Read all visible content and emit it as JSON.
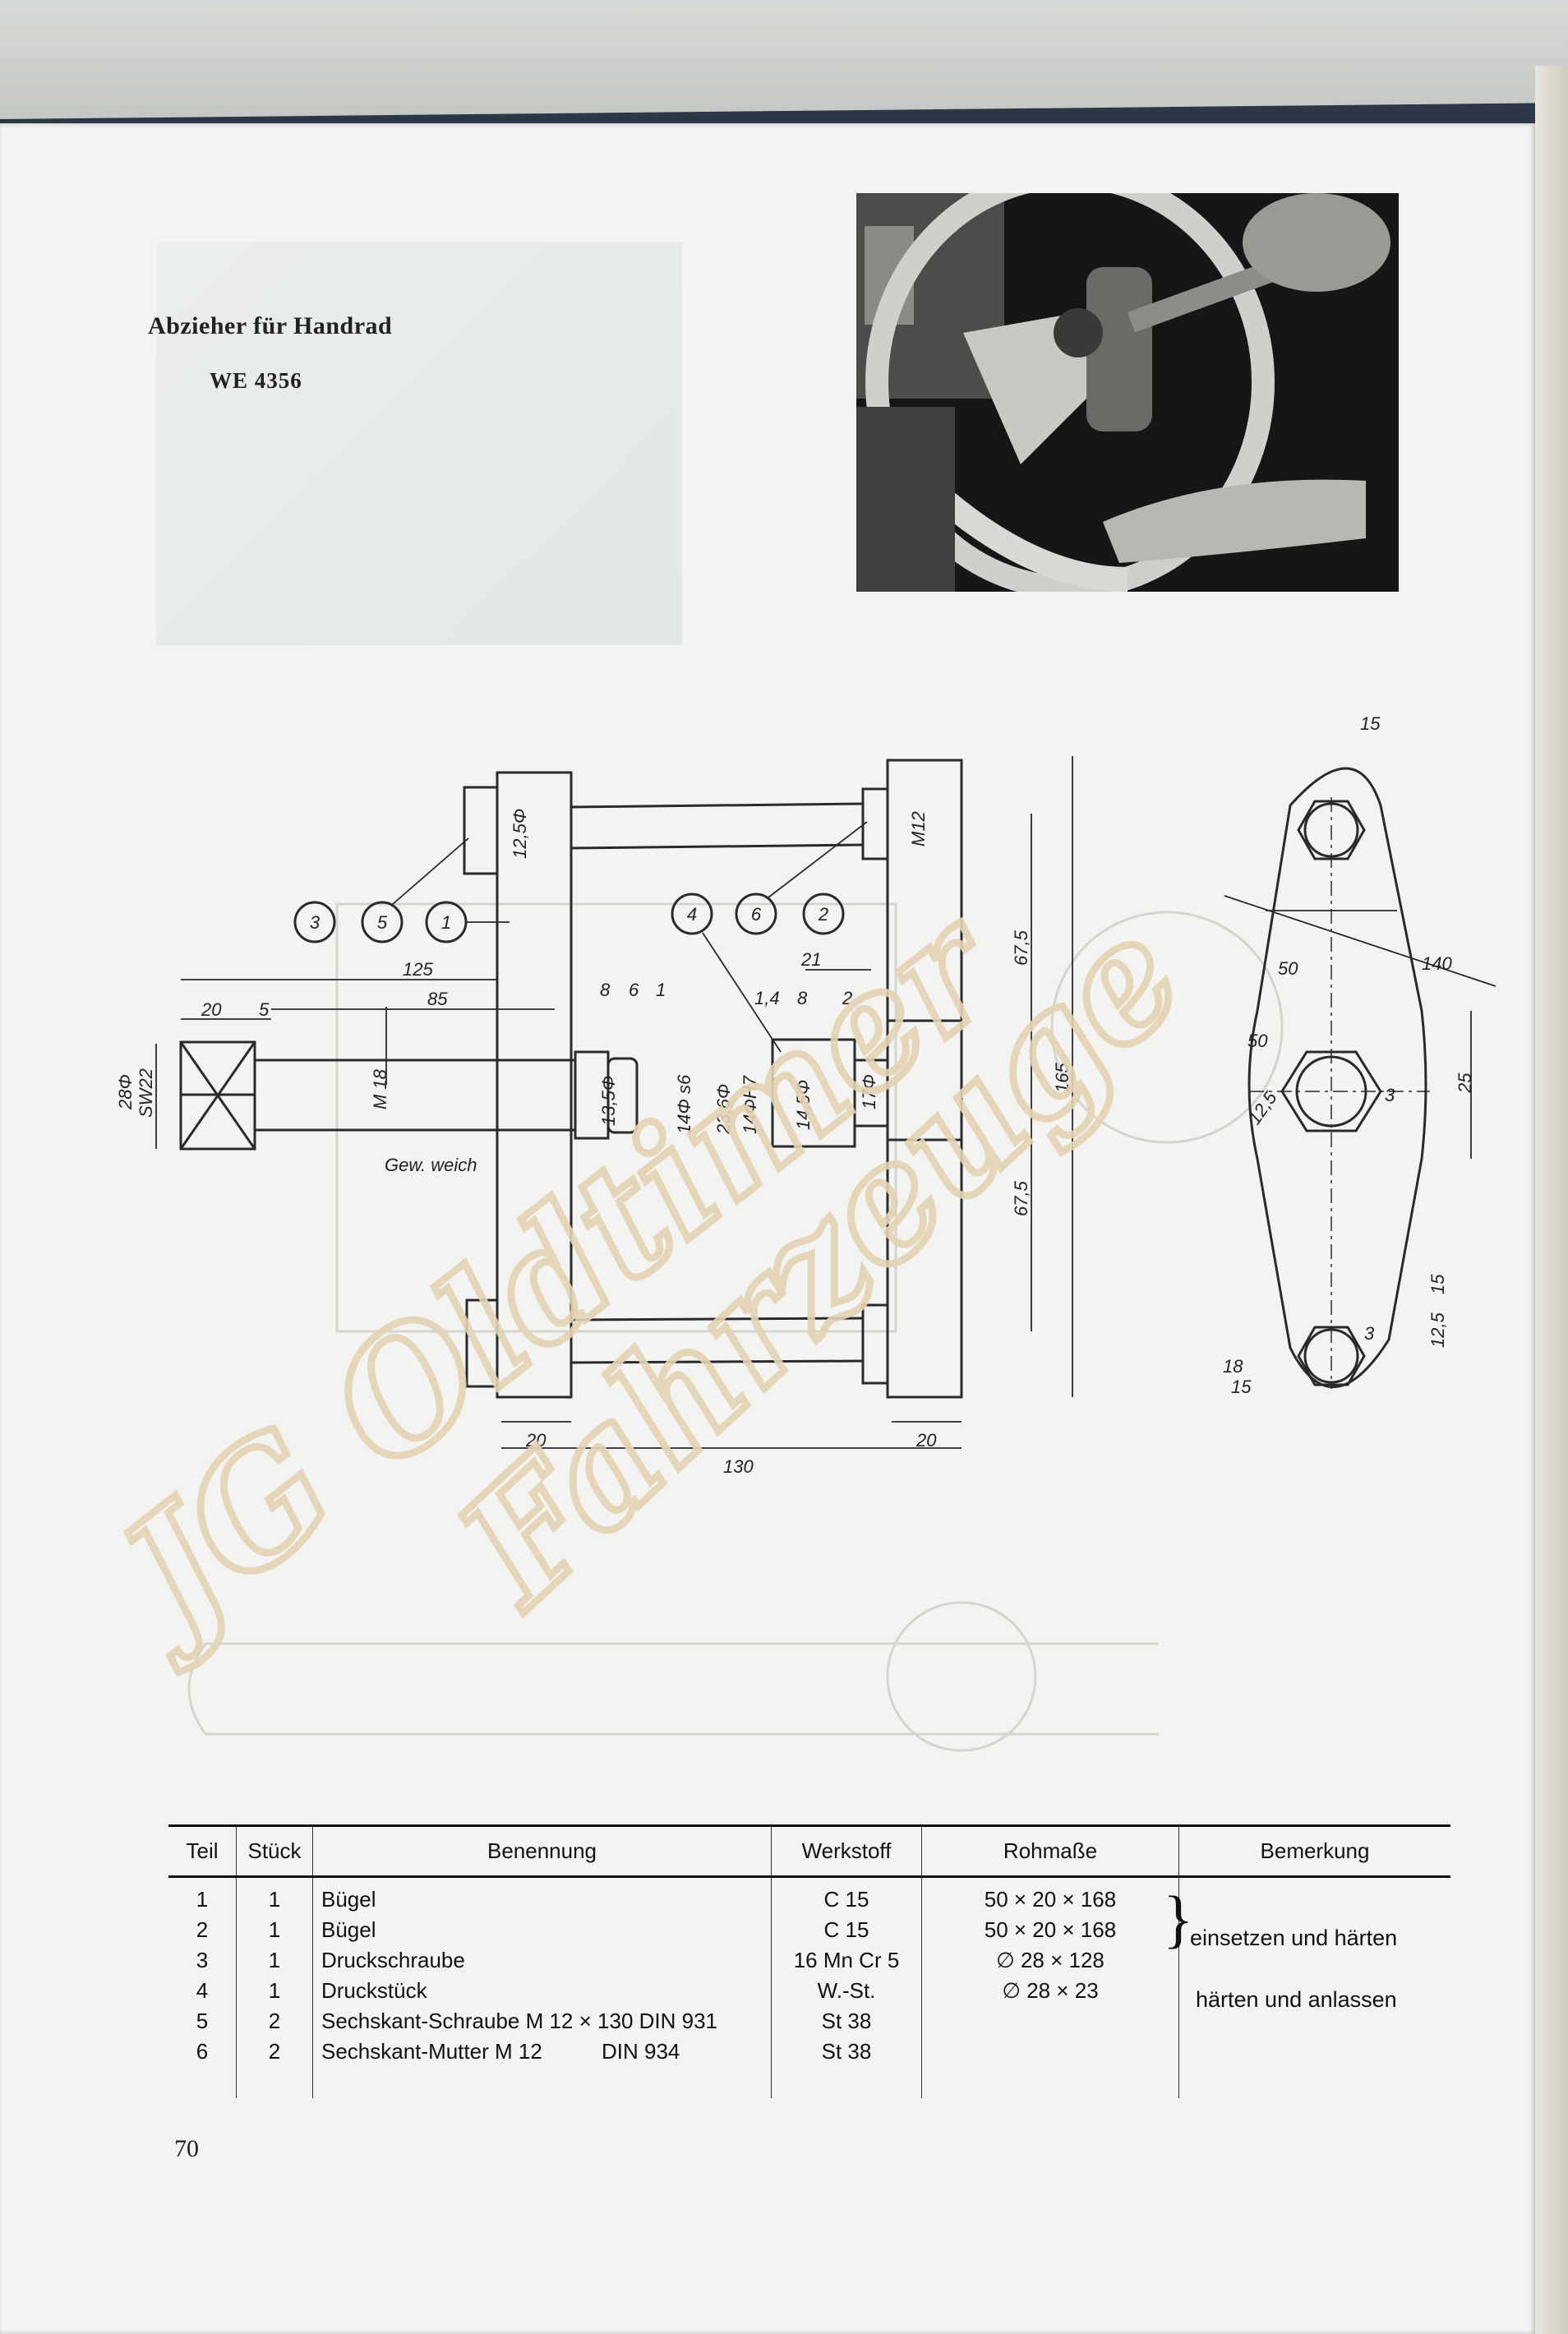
{
  "header": {
    "title": "Abzieher für Handrad",
    "code": "WE 4356"
  },
  "drawing": {
    "callouts": [
      "3",
      "5",
      "1",
      "4",
      "6",
      "2"
    ],
    "dims_left": {
      "d125": "125",
      "d85": "85",
      "d20a": "20",
      "d5": "5",
      "d8": "8",
      "d6": "6",
      "d1": "1",
      "d14": "1,4",
      "d8b": "8",
      "d2": "2",
      "d21": "21",
      "d28phi": "28Φ",
      "sw22": "SW22",
      "m18": "M 18",
      "d135": "13,5Φ",
      "d14s6": "14Φ s6",
      "d236": "23,6Φ",
      "d14h7": "14ΦH7",
      "d145": "14,5Φ",
      "d17": "17Φ",
      "d125phi": "12,5Φ",
      "m12": "M12",
      "d675a": "67,5",
      "d675b": "67,5",
      "d165": "165",
      "gew": "Gew. weich",
      "d20b": "20",
      "d20c": "20",
      "d130": "130"
    },
    "dims_right": {
      "d15a": "15",
      "d140": "140",
      "d50a": "50",
      "d50b": "50",
      "d125r": "12,5",
      "d25": "25",
      "d3a": "3",
      "d15b": "15",
      "d125b": "12,5",
      "d3b": "3",
      "d18": "18",
      "d15c": "15"
    }
  },
  "table": {
    "headers": [
      "Teil",
      "Stück",
      "Benennung",
      "Werkstoff",
      "Rohmaße",
      "Bemerkung"
    ],
    "rows": [
      {
        "teil": "1",
        "stueck": "1",
        "benennung": "Bügel",
        "werkstoff": "C 15",
        "rohmasse": "50 × 20 × 168"
      },
      {
        "teil": "2",
        "stueck": "1",
        "benennung": "Bügel",
        "werkstoff": "C 15",
        "rohmasse": "50 × 20 × 168"
      },
      {
        "teil": "3",
        "stueck": "1",
        "benennung": "Druckschraube",
        "werkstoff": "16 Mn Cr 5",
        "rohmasse": "∅ 28 × 128"
      },
      {
        "teil": "4",
        "stueck": "1",
        "benennung": "Druckstück",
        "werkstoff": "W.-St.",
        "rohmasse": "∅ 28 × 23"
      },
      {
        "teil": "5",
        "stueck": "2",
        "benennung": "Sechskant-Schraube M 12 × 130 DIN 931",
        "werkstoff": "St 38",
        "rohmasse": ""
      },
      {
        "teil": "6",
        "stueck": "2",
        "benennung": "Sechskant-Mutter M 12          DIN 934",
        "werkstoff": "St 38",
        "rohmasse": ""
      }
    ],
    "remark_1_2": "einsetzen und härten",
    "remark_4": "härten und anlassen"
  },
  "watermark": {
    "line1": "JG Oldtimer",
    "line2": "Fahrzeuge"
  },
  "page_number": "70"
}
